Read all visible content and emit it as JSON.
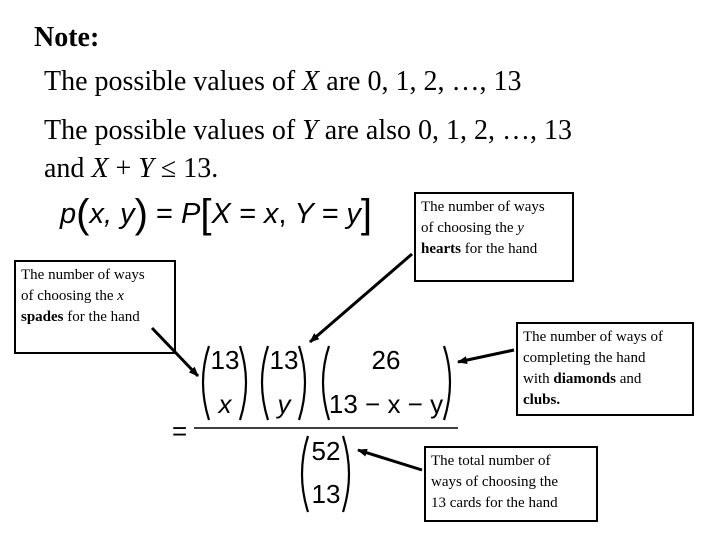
{
  "note": {
    "heading": "Note:",
    "line1": {
      "pre": "The possible values of ",
      "var": "X",
      "post": " are 0, 1, 2, …, 13"
    },
    "line2": {
      "pre": "The possible values of ",
      "var": "Y",
      "post": " are also 0, 1, 2, …, 13"
    },
    "line3": {
      "pre": "and ",
      "x": "X",
      "plus": " + ",
      "y": "Y",
      "post": " ≤ 13."
    }
  },
  "pmf": {
    "p": "p",
    "args": "x, y",
    "eq": " = ",
    "P": "P",
    "event_x": "X = x",
    "comma": ", ",
    "event_y": "Y = y"
  },
  "formula": {
    "equals": "=",
    "binom1": {
      "top": "13",
      "bottom": "x"
    },
    "binom2": {
      "top": "13",
      "bottom": "y"
    },
    "binom3": {
      "top": "26",
      "bottom": "13 − x − y"
    },
    "binom4": {
      "top": "52",
      "bottom": "13"
    }
  },
  "callouts": {
    "hearts": {
      "l1": "The number of ways",
      "l2a": "of choosing the ",
      "l2b": "y",
      "l3a": "hearts",
      "l3b": " for the hand"
    },
    "spades": {
      "l1": "The number of ways",
      "l2a": "of choosing the ",
      "l2b": "x",
      "l3a": "spades",
      "l3b": " for the hand"
    },
    "diamonds": {
      "l1": "The number of ways of",
      "l2": "completing the hand",
      "l3a": "with ",
      "l3b": "diamonds",
      "l3c": " and",
      "l4": "clubs."
    },
    "total": {
      "l1": "The total number of",
      "l2": "ways of choosing the",
      "l3": "13 cards for the hand"
    }
  },
  "colors": {
    "ink": "#000000",
    "background": "#ffffff"
  }
}
